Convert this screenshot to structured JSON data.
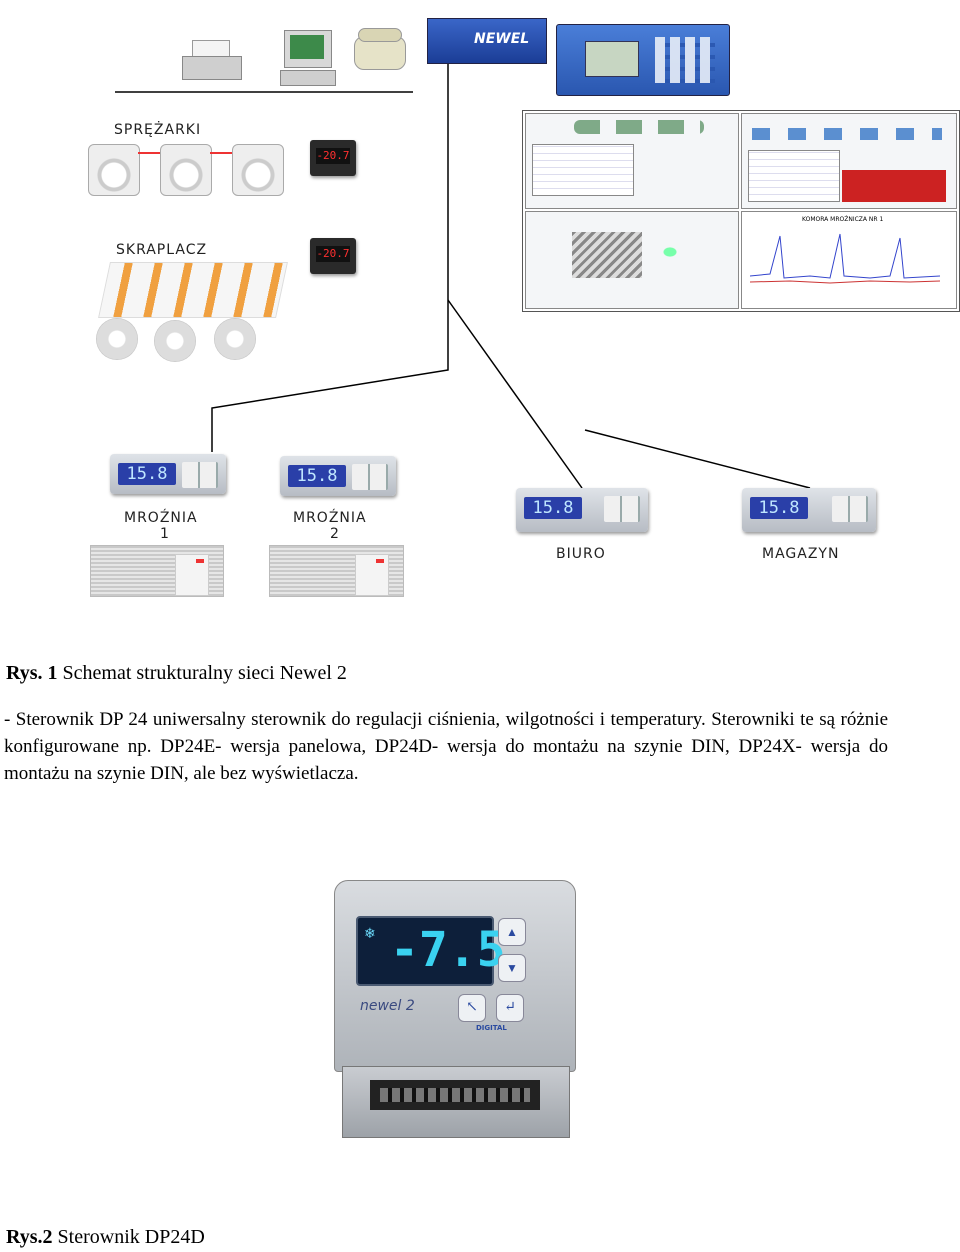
{
  "diagram": {
    "labels": {
      "compressors": "SPRĘŻARKI",
      "condenser": "SKRAPLACZ",
      "freezer1_name": "MROŹNIA",
      "freezer1_num": "1",
      "freezer2_name": "MROŹNIA",
      "freezer2_num": "2",
      "office": "BIURO",
      "warehouse": "MAGAZYN"
    },
    "controller_reading": "15.8",
    "mini_display_reading": "-20.7",
    "brand_logo": "NEWEL",
    "screen_title": "KOMORA MROŹNICZA NR 1"
  },
  "caption1": {
    "prefix": "Rys. 1",
    "text": " Schemat strukturalny sieci Newel 2"
  },
  "paragraph": "- Sterownik DP 24 uniwersalny sterownik do regulacji ciśnienia, wilgotności i temperatury. Sterowniki te są różnie konfigurowane np. DP24E- wersja panelowa, DP24D- wersja do montażu na szynie DIN, DP24X- wersja do montażu na szynie DIN, ale bez wyświetlacza.",
  "device": {
    "display": "-7.5",
    "brand": "newel 2",
    "sub": "DIGITAL"
  },
  "caption2": {
    "prefix": "Rys.2",
    "text": " Sterownik DP24D"
  }
}
